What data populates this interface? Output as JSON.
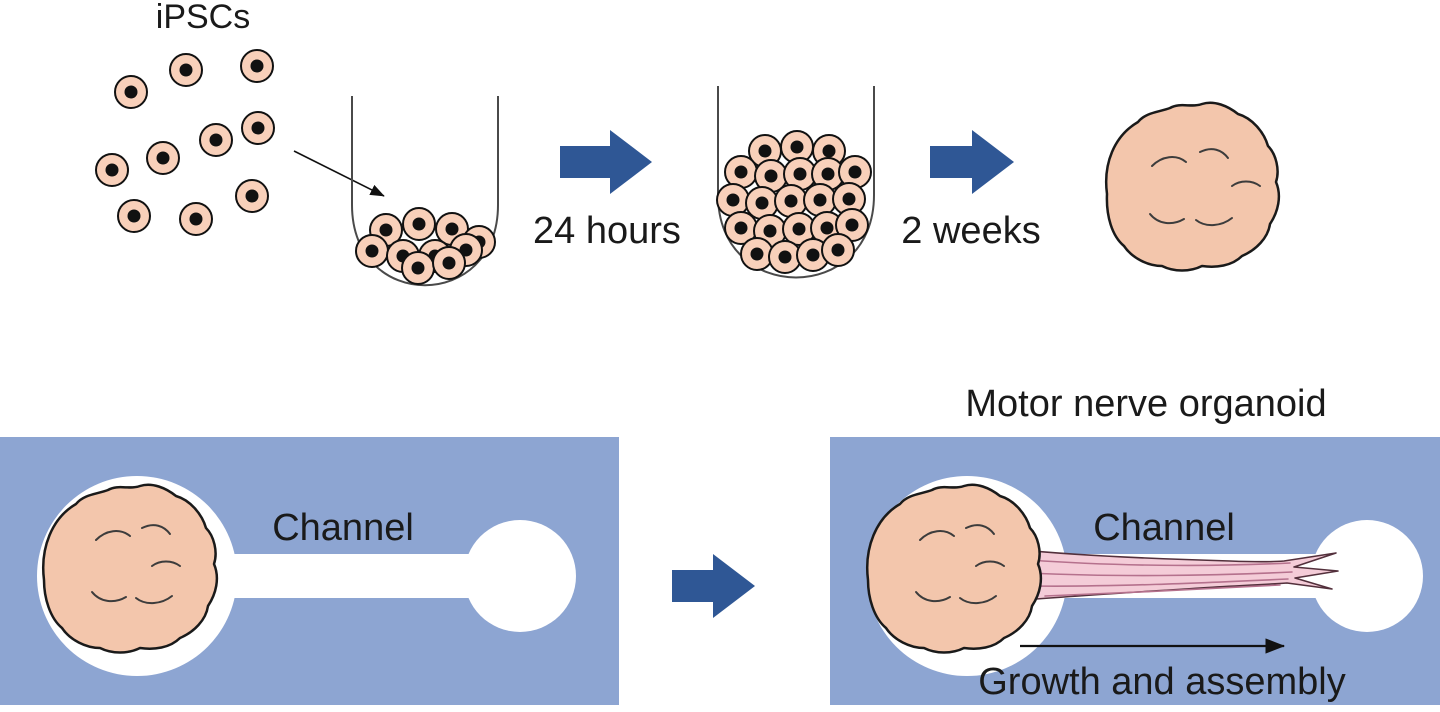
{
  "colors": {
    "cell_fill": "#f8d0ba",
    "cell_outline": "#111111",
    "arrow_blue": "#2f5795",
    "device_blue": "#8da5d2",
    "organoid_fill": "#f3c6ac",
    "organoid_outline": "#1a1a1a",
    "fiber_fill": "#f4ccd8",
    "fiber_line": "#b5718d",
    "fiber_outline": "#53303c",
    "well_outline": "#4a4a4a",
    "text_color": "#1a1a1a"
  },
  "top_row": {
    "ipsc_label": "iPSCs",
    "step1_duration": "24 hours",
    "step2_duration": "2 weeks"
  },
  "bottom_row": {
    "title": "Motor nerve organoid",
    "left_device": {
      "channel_label": "Channel"
    },
    "right_device": {
      "channel_label": "Channel",
      "growth_label": "Growth and assembly"
    }
  }
}
